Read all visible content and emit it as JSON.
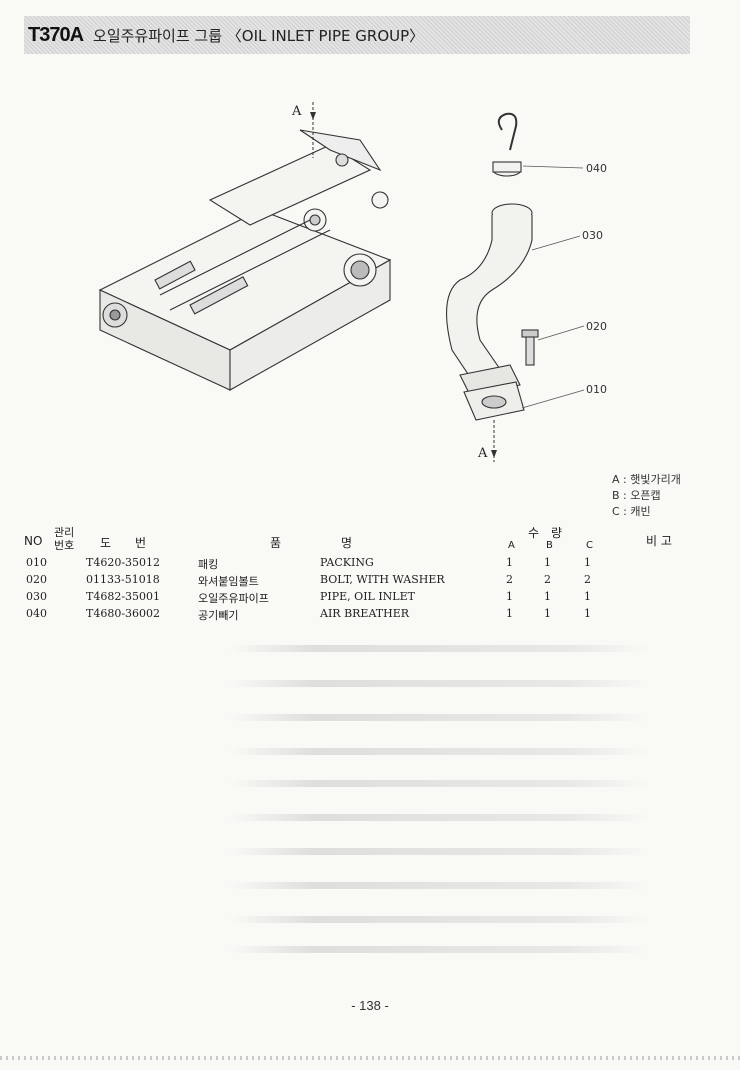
{
  "header": {
    "code": "T370A",
    "title": "오일주유파이프 그룹 〈OIL INLET PIPE GROUP〉"
  },
  "diagram": {
    "view_label_top": "A",
    "view_label_bottom": "A",
    "callouts": [
      "040",
      "030",
      "020",
      "010"
    ]
  },
  "legend": [
    "A : 햇빛가리개",
    "B : 오픈캡",
    "C : 캐빈"
  ],
  "table": {
    "headers": {
      "no": "NO",
      "mgmt_top": "관리",
      "mgmt_bottom": "번호",
      "drawing": "도　　번",
      "name": "품　　　　　명",
      "qty": "수　량",
      "a": "A",
      "b": "B",
      "c": "C",
      "remarks": "비 고"
    },
    "rows": [
      {
        "no": "010",
        "part": "T4620-35012",
        "kr": "패킹",
        "en": "PACKING",
        "a": "1",
        "b": "1",
        "c": "1"
      },
      {
        "no": "020",
        "part": "01133-51018",
        "kr": "와셔붙임볼트",
        "en": "BOLT, WITH WASHER",
        "a": "2",
        "b": "2",
        "c": "2"
      },
      {
        "no": "030",
        "part": "T4682-35001",
        "kr": "오일주유파이프",
        "en": "PIPE, OIL INLET",
        "a": "1",
        "b": "1",
        "c": "1"
      },
      {
        "no": "040",
        "part": "T4680-36002",
        "kr": "공기빼기",
        "en": "AIR BREATHER",
        "a": "1",
        "b": "1",
        "c": "1"
      }
    ]
  },
  "footer": {
    "page": "- 138 -"
  }
}
